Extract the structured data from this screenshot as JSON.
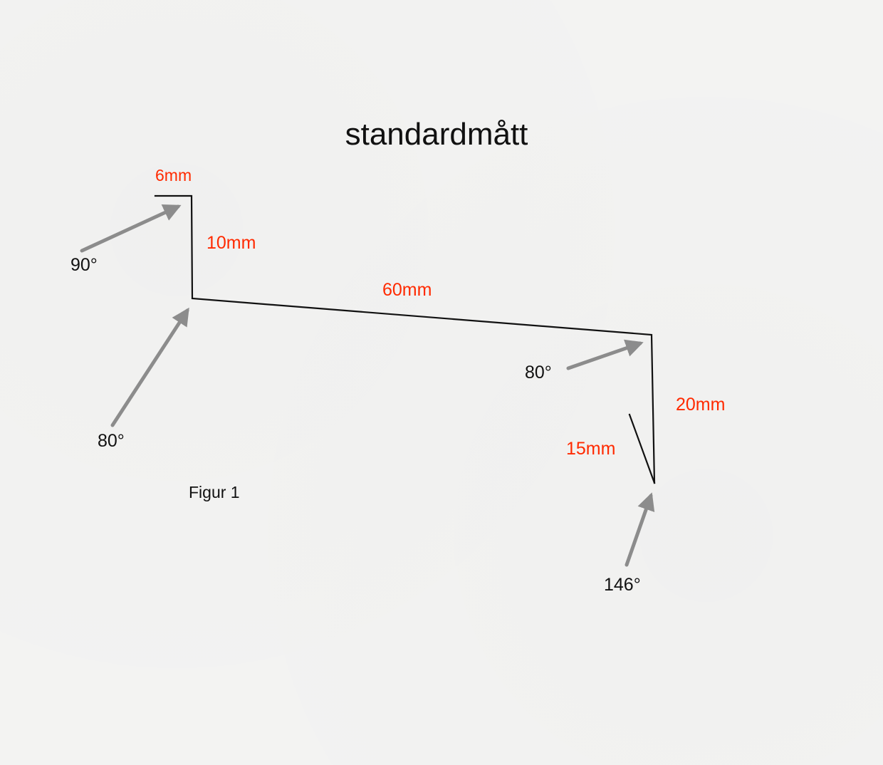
{
  "title": "standardmått",
  "caption": "Figur 1",
  "colors": {
    "profile_line": "#111111",
    "dimension_text": "#ff2a00",
    "angle_text": "#111111",
    "arrow": "#8c8c8c",
    "background": "#f3f3f2"
  },
  "dimensions": {
    "top_flange": "6mm",
    "left_leg": "10mm",
    "main_span": "60mm",
    "right_leg": "20mm",
    "hem": "15mm"
  },
  "angles": {
    "top_left": "90°",
    "bottom_left": "80°",
    "top_right": "80°",
    "bottom_right": "146°"
  }
}
